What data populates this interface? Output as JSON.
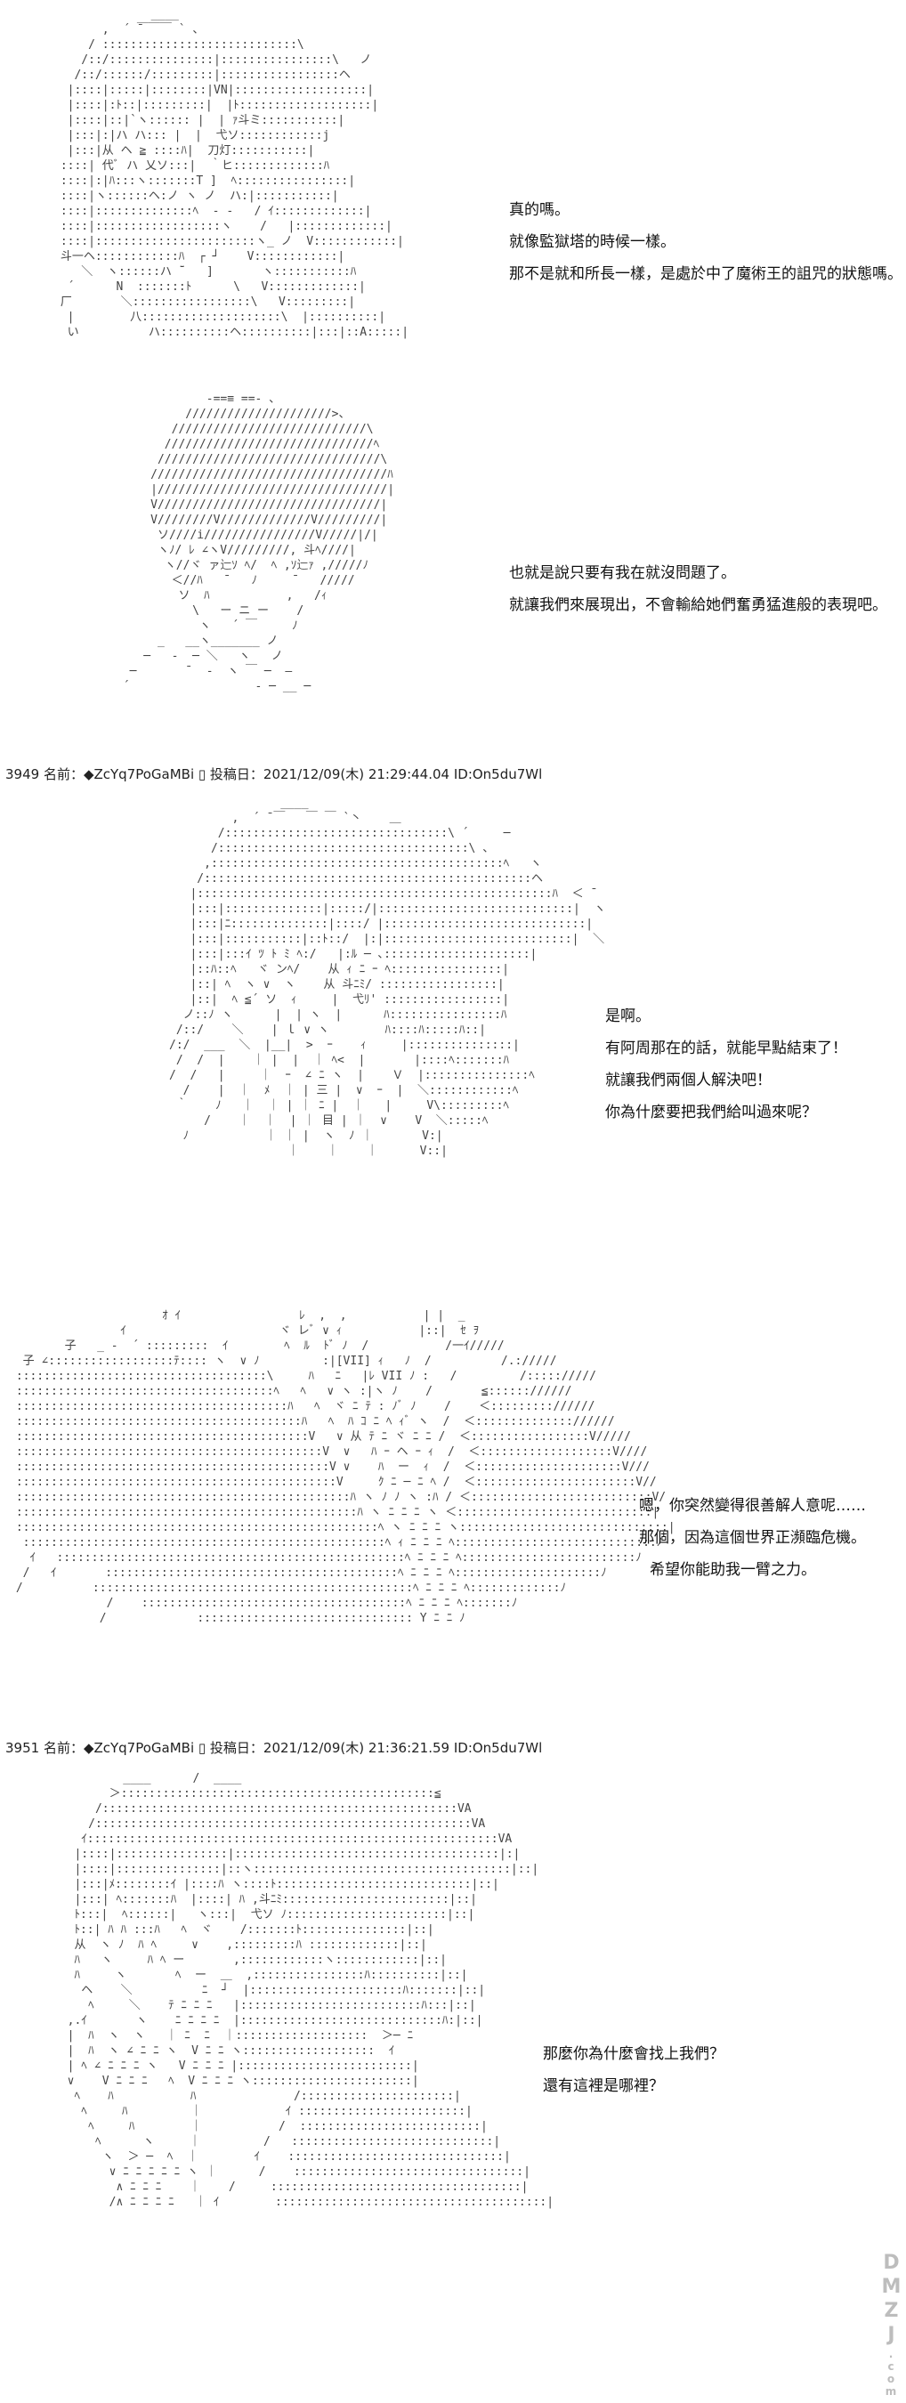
{
  "panels": [
    {
      "lines": [
        "真的嗎。",
        "就像監獄塔的時候一樣。",
        "那不是就和所長一樣，是處於中了魔術王的詛咒的狀態嗎。"
      ]
    },
    {
      "lines": [
        "也就是說只要有我在就沒問題了。",
        "就讓我們來展現出，不會輸給她們奮勇猛進般的表現吧。"
      ]
    },
    {
      "header": "3949 名前：◆ZcYq7PoGaMBi ▯ 投稿日：2021/12/09(木) 21:29:44.04 ID:On5du7Wl",
      "lines": [
        "是啊。",
        "有阿周那在的話，就能早點結束了！",
        "就讓我們兩個人解決吧！",
        "你為什麼要把我們給叫過來呢？"
      ]
    },
    {
      "lines": [
        "嗯，你突然變得很善解人意呢……",
        "那個，因為這個世界正瀕臨危機。",
        "希望你能助我一臂之力。"
      ]
    },
    {
      "header": "3951 名前：◆ZcYq7PoGaMBi ▯ 投稿日：2021/12/09(木) 21:36:21.59 ID:On5du7Wl",
      "lines": [
        "那麼你為什麼會找上我們？",
        "還有這裡是哪裡？"
      ]
    }
  ],
  "watermark": {
    "brand": "DMZJ",
    "site": ".com"
  }
}
